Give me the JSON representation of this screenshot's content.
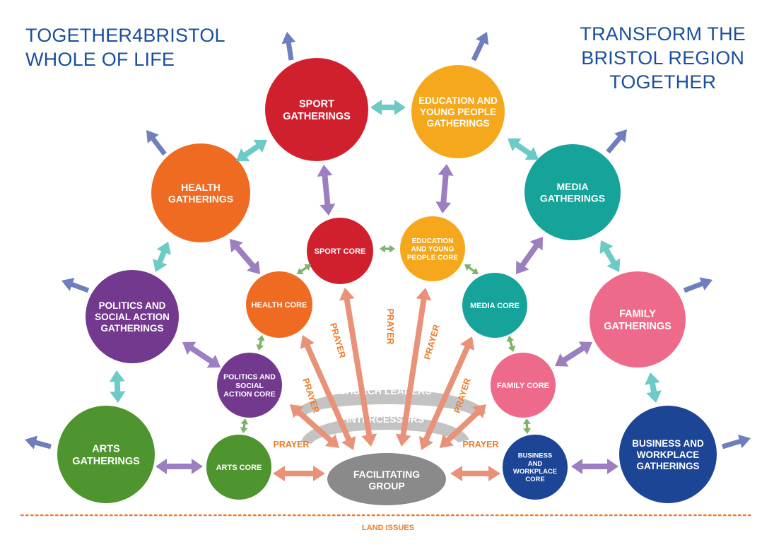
{
  "titles": {
    "left": [
      "TOGETHER4BRISTOL",
      "WHOLE OF LIFE"
    ],
    "right": [
      "TRANSFORM THE",
      "BRISTOL REGION",
      "TOGETHER"
    ]
  },
  "gatherings": [
    {
      "id": "sport",
      "lines": [
        "SPORT",
        "GATHERINGS"
      ],
      "color": "#d0202e"
    },
    {
      "id": "education",
      "lines": [
        "EDUCATION AND",
        "YOUNG PEOPLE",
        "GATHERINGS"
      ],
      "color": "#f6a81c"
    },
    {
      "id": "health",
      "lines": [
        "HEALTH",
        "GATHERINGS"
      ],
      "color": "#ef6b22"
    },
    {
      "id": "media",
      "lines": [
        "MEDIA",
        "GATHERINGS"
      ],
      "color": "#16a39a"
    },
    {
      "id": "politics",
      "lines": [
        "POLITICS AND",
        "SOCIAL ACTION",
        "GATHERINGS"
      ],
      "color": "#73398f"
    },
    {
      "id": "family",
      "lines": [
        "FAMILY",
        "GATHERINGS"
      ],
      "color": "#ee6a8a"
    },
    {
      "id": "arts",
      "lines": [
        "ARTS",
        "GATHERINGS"
      ],
      "color": "#4f952f"
    },
    {
      "id": "business",
      "lines": [
        "BUSINESS AND",
        "WORKPLACE",
        "GATHERINGS"
      ],
      "color": "#1c4595"
    }
  ],
  "cores": [
    {
      "id": "sport",
      "lines": [
        "SPORT CORE"
      ],
      "color": "#d0202e"
    },
    {
      "id": "education",
      "lines": [
        "EDUCATION",
        "AND YOUNG",
        "PEOPLE CORE"
      ],
      "color": "#f6a81c"
    },
    {
      "id": "health",
      "lines": [
        "HEALTH CORE"
      ],
      "color": "#ef6b22"
    },
    {
      "id": "media",
      "lines": [
        "MEDIA CORE"
      ],
      "color": "#16a39a"
    },
    {
      "id": "politics",
      "lines": [
        "POLITICS AND",
        "SOCIAL",
        "ACTION  CORE"
      ],
      "color": "#73398f"
    },
    {
      "id": "family",
      "lines": [
        "FAMILY CORE"
      ],
      "color": "#ee6a8a"
    },
    {
      "id": "arts",
      "lines": [
        "ARTS CORE"
      ],
      "color": "#4f952f"
    },
    {
      "id": "business",
      "lines": [
        "BUSINESS",
        "AND",
        "WORKPLACE",
        "CORE"
      ],
      "color": "#1c4595"
    }
  ],
  "facilitating": {
    "lines": [
      "FACILITATING",
      "GROUP"
    ],
    "color": "#8a8a8a"
  },
  "arcs": {
    "church_leaders": "CHURCH LEADERS",
    "intercessors": "INTERCESSORS"
  },
  "prayer_label": "PRAYER",
  "land_issues": "LAND ISSUES",
  "colors": {
    "title": "#1a4f9c",
    "teal_arrow": "#6ccbc6",
    "purple_arrow": "#9b7fc0",
    "green_arrow": "#7fb36b",
    "salmon_arrow": "#e9927a",
    "outward_arrow": "#6f7fbd",
    "prayer_text": "#ef7a2a",
    "dotted_line": "#ef7a2a"
  }
}
